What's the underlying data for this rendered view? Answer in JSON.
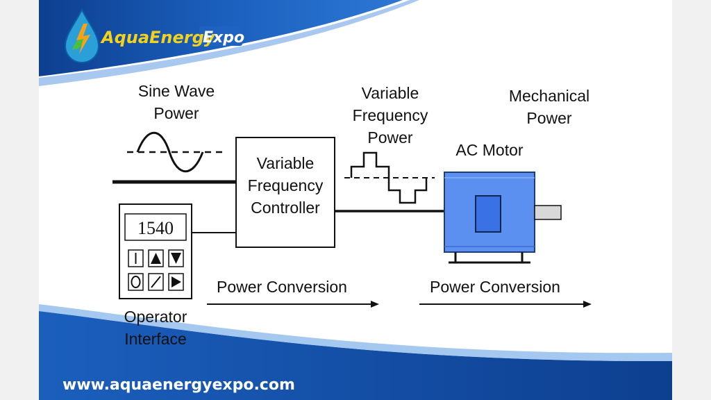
{
  "brand": {
    "name_part1": "AquaEnergy",
    "name_part2": "Expo"
  },
  "footer": {
    "url": "www.aquaenergyexpo.com"
  },
  "diagram": {
    "sine_wave_label": [
      "Sine Wave",
      "Power"
    ],
    "vfc_label": [
      "Variable",
      "Frequency",
      "Controller"
    ],
    "vf_power_label": [
      "Variable",
      "Frequency",
      "Power"
    ],
    "mechanical_label": [
      "Mechanical",
      "Power"
    ],
    "motor_label": "AC Motor",
    "operator_label": [
      "Operator",
      "Interface"
    ],
    "display_value": "1540",
    "power_conversion_1": "Power Conversion",
    "power_conversion_2": "Power Conversion"
  },
  "colors": {
    "banner_blue": "#1d5cb0",
    "banner_dark": "#0e3c86",
    "motor_blue": "#5b8ff0",
    "brand_yellow": "#f3d21c",
    "expo_bg": "#1f63c2"
  }
}
